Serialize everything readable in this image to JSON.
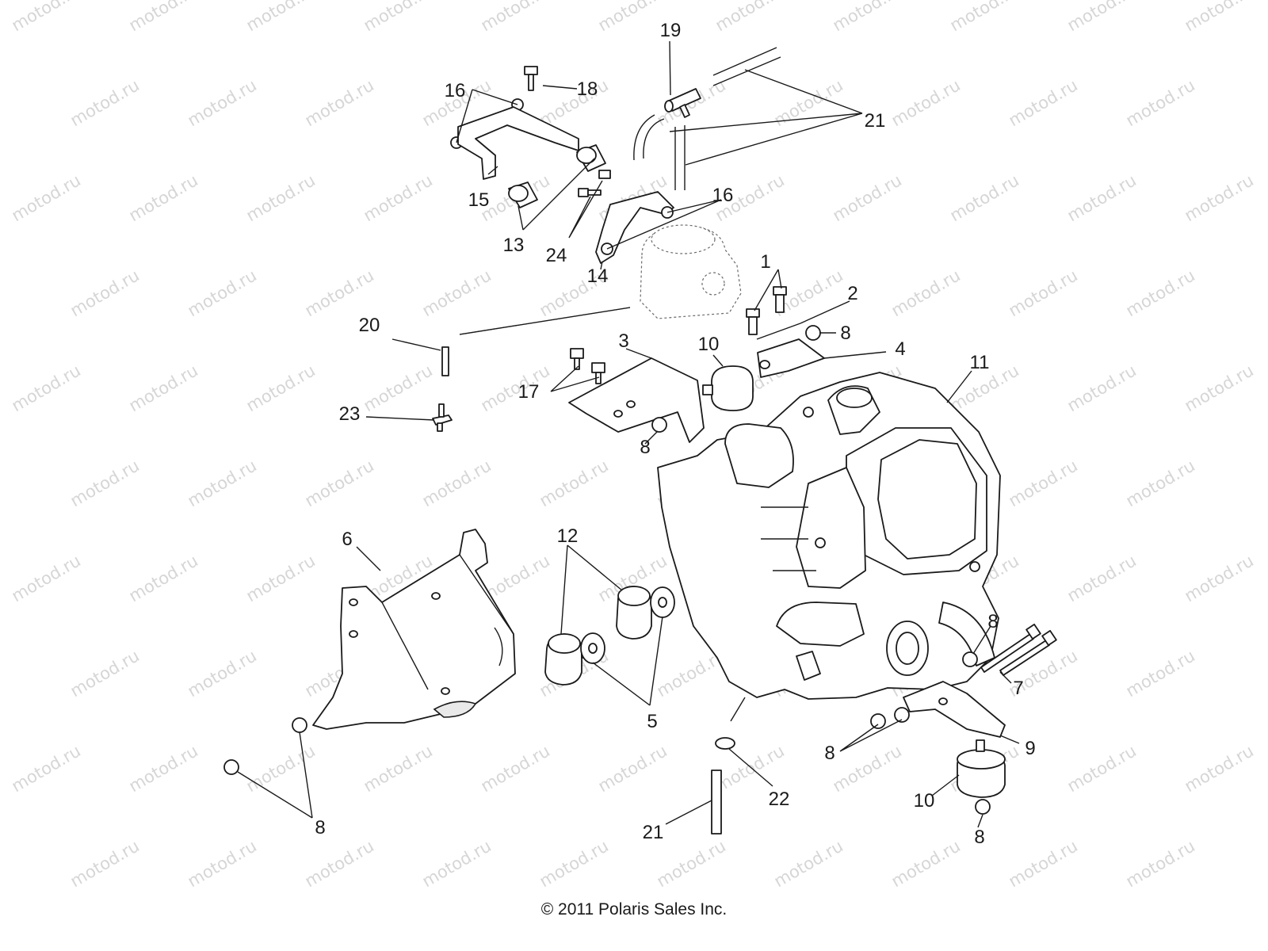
{
  "watermark": {
    "text": "motod.ru",
    "color": "#d6d6d6"
  },
  "copyright": "© 2011 Polaris Sales Inc.",
  "callouts": [
    {
      "id": "c1",
      "label": "1"
    },
    {
      "id": "c2",
      "label": "2"
    },
    {
      "id": "c3",
      "label": "3"
    },
    {
      "id": "c4",
      "label": "4"
    },
    {
      "id": "c5",
      "label": "5"
    },
    {
      "id": "c6",
      "label": "6"
    },
    {
      "id": "c7",
      "label": "7"
    },
    {
      "id": "c8a",
      "label": "8"
    },
    {
      "id": "c8b",
      "label": "8"
    },
    {
      "id": "c8c",
      "label": "8"
    },
    {
      "id": "c8d",
      "label": "8"
    },
    {
      "id": "c8e",
      "label": "8"
    },
    {
      "id": "c8f",
      "label": "8"
    },
    {
      "id": "c9",
      "label": "9"
    },
    {
      "id": "c10a",
      "label": "10"
    },
    {
      "id": "c10b",
      "label": "10"
    },
    {
      "id": "c11",
      "label": "11"
    },
    {
      "id": "c12",
      "label": "12"
    },
    {
      "id": "c13",
      "label": "13"
    },
    {
      "id": "c14",
      "label": "14"
    },
    {
      "id": "c15",
      "label": "15"
    },
    {
      "id": "c16a",
      "label": "16"
    },
    {
      "id": "c16b",
      "label": "16"
    },
    {
      "id": "c17",
      "label": "17"
    },
    {
      "id": "c18",
      "label": "18"
    },
    {
      "id": "c19",
      "label": "19"
    },
    {
      "id": "c20",
      "label": "20"
    },
    {
      "id": "c21a",
      "label": "21"
    },
    {
      "id": "c21b",
      "label": "21"
    },
    {
      "id": "c22",
      "label": "22"
    },
    {
      "id": "c23",
      "label": "23"
    },
    {
      "id": "c24",
      "label": "24"
    }
  ]
}
